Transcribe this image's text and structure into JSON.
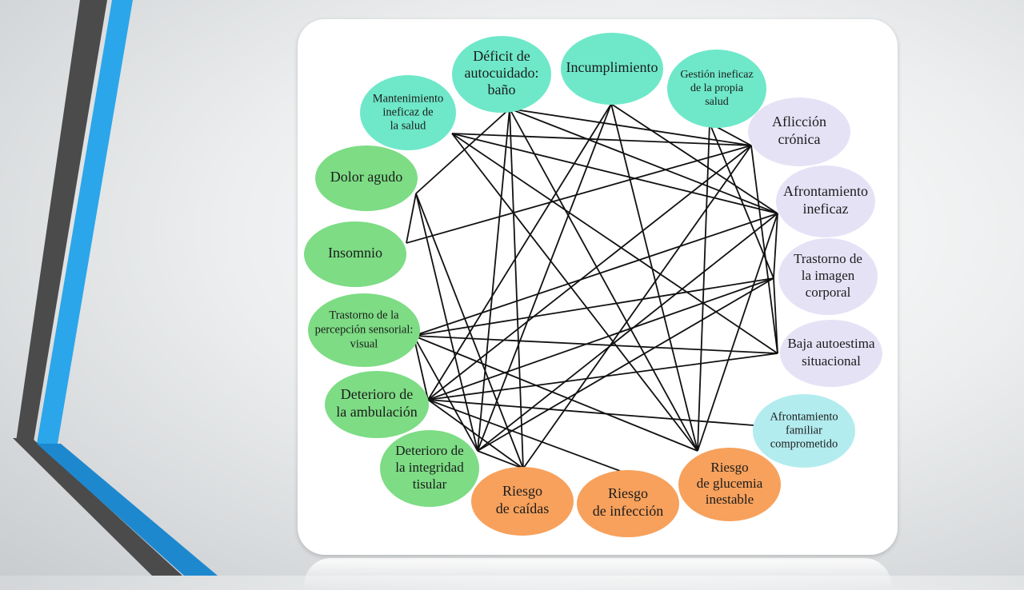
{
  "colors": {
    "green": "#7ddc84",
    "teal": "#6ee8c9",
    "lavender": "#e6e2f6",
    "cyan": "#b3ecef",
    "orange": "#f7a15c",
    "edge": "#111111",
    "accent_blue": "#2ba6ea",
    "accent_dark": "#4b4b4b"
  },
  "nodes": [
    {
      "id": "mantenimiento",
      "lines": [
        "Mantenimiento",
        "ineficaz de",
        "la salud"
      ],
      "color": "teal"
    },
    {
      "id": "deficit",
      "lines": [
        "Déficit de",
        "autocuidado:",
        "baño"
      ],
      "color": "teal"
    },
    {
      "id": "incumplimiento",
      "lines": [
        "Incumplimiento"
      ],
      "color": "teal"
    },
    {
      "id": "gestion",
      "lines": [
        "Gestión ineficaz",
        "de la propia",
        "salud"
      ],
      "color": "teal"
    },
    {
      "id": "afliccion",
      "lines": [
        "Aflicción",
        "crónica"
      ],
      "color": "lavender"
    },
    {
      "id": "afrontamiento",
      "lines": [
        "Afrontamiento",
        "ineficaz"
      ],
      "color": "lavender"
    },
    {
      "id": "trastorno-imagen",
      "lines": [
        "Trastorno de",
        "la imagen",
        "corporal"
      ],
      "color": "lavender"
    },
    {
      "id": "autoestima",
      "lines": [
        "Baja autoestima",
        "situacional"
      ],
      "color": "lavender"
    },
    {
      "id": "familiar",
      "lines": [
        "Afrontamiento",
        "familiar",
        "comprometido"
      ],
      "color": "cyan"
    },
    {
      "id": "glucemia",
      "lines": [
        "Riesgo",
        "de glucemia",
        "inestable"
      ],
      "color": "orange"
    },
    {
      "id": "infeccion",
      "lines": [
        "Riesgo",
        "de infección"
      ],
      "color": "orange"
    },
    {
      "id": "caidas",
      "lines": [
        "Riesgo",
        "de caídas"
      ],
      "color": "orange"
    },
    {
      "id": "integridad",
      "lines": [
        "Deterioro de",
        "la integridad",
        "tisular"
      ],
      "color": "green"
    },
    {
      "id": "ambulacion",
      "lines": [
        "Deterioro de",
        "la ambulación"
      ],
      "color": "green"
    },
    {
      "id": "percepcion",
      "lines": [
        "Trastorno de la",
        "percepción sensorial:",
        "visual"
      ],
      "color": "green"
    },
    {
      "id": "insomnio",
      "lines": [
        "Insomnio"
      ],
      "color": "green"
    },
    {
      "id": "dolor",
      "lines": [
        "Dolor agudo"
      ],
      "color": "green"
    }
  ],
  "edges": [
    [
      "mantenimiento",
      "afliccion"
    ],
    [
      "mantenimiento",
      "afrontamiento"
    ],
    [
      "mantenimiento",
      "autoestima"
    ],
    [
      "mantenimiento",
      "glucemia"
    ],
    [
      "deficit",
      "afliccion"
    ],
    [
      "deficit",
      "afrontamiento"
    ],
    [
      "deficit",
      "dolor"
    ],
    [
      "deficit",
      "caidas"
    ],
    [
      "deficit",
      "integridad"
    ],
    [
      "deficit",
      "glucemia"
    ],
    [
      "incumplimiento",
      "afrontamiento"
    ],
    [
      "incumplimiento",
      "glucemia"
    ],
    [
      "incumplimiento",
      "integridad"
    ],
    [
      "incumplimiento",
      "ambulacion"
    ],
    [
      "gestion",
      "afliccion"
    ],
    [
      "gestion",
      "glucemia"
    ],
    [
      "gestion",
      "trastorno-imagen"
    ],
    [
      "afliccion",
      "insomnio"
    ],
    [
      "afliccion",
      "ambulacion"
    ],
    [
      "afliccion",
      "caidas"
    ],
    [
      "afliccion",
      "autoestima"
    ],
    [
      "afrontamiento",
      "percepcion"
    ],
    [
      "afrontamiento",
      "integridad"
    ],
    [
      "afrontamiento",
      "glucemia"
    ],
    [
      "afrontamiento",
      "trastorno-imagen"
    ],
    [
      "trastorno-imagen",
      "ambulacion"
    ],
    [
      "trastorno-imagen",
      "integridad"
    ],
    [
      "trastorno-imagen",
      "percepcion"
    ],
    [
      "trastorno-imagen",
      "autoestima"
    ],
    [
      "autoestima",
      "percepcion"
    ],
    [
      "autoestima",
      "ambulacion"
    ],
    [
      "familiar",
      "ambulacion"
    ],
    [
      "dolor",
      "caidas"
    ],
    [
      "dolor",
      "integridad"
    ],
    [
      "dolor",
      "insomnio"
    ],
    [
      "percepcion",
      "glucemia"
    ],
    [
      "percepcion",
      "integridad"
    ],
    [
      "percepcion",
      "ambulacion"
    ],
    [
      "ambulacion",
      "caidas"
    ],
    [
      "ambulacion",
      "infeccion"
    ],
    [
      "integridad",
      "caidas"
    ]
  ]
}
